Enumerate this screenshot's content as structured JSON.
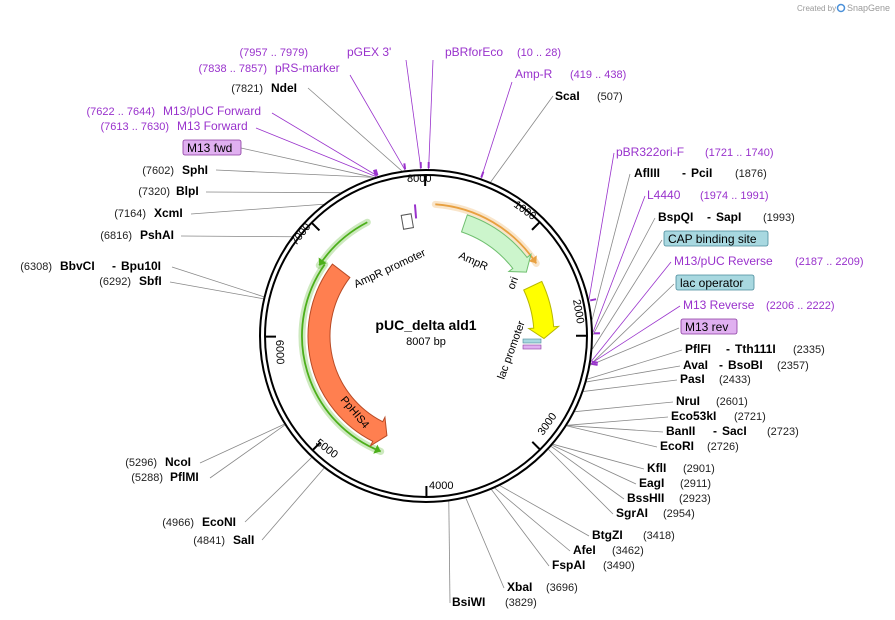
{
  "credit": {
    "created_by": "Created by",
    "brand": "SnapGene"
  },
  "plasmid": {
    "name": "pUC_delta ald1",
    "size_label": "8007 bp",
    "length": 8007
  },
  "ticks": [
    "1000",
    "2000",
    "3000",
    "4000",
    "5000",
    "6000",
    "7000",
    "8000"
  ],
  "features": [
    {
      "name": "AmpR",
      "start": 419,
      "end": 1279,
      "color": "#ccf5cc",
      "stroke": "#6fbf6f",
      "dir": 1
    },
    {
      "name": "ori",
      "start": 1441,
      "end": 2029,
      "color": "#ffff00",
      "stroke": "#b8b800",
      "dir": 1
    },
    {
      "name": "PpHIS4",
      "start": 4480,
      "end": 6840,
      "color": "#ff7f50",
      "stroke": "#b84a25",
      "dir": -1
    }
  ],
  "promoters": [
    {
      "name": "AmpR promoter",
      "start": 7570,
      "end": 7670
    },
    {
      "name": "lac promoter",
      "start": 2240,
      "end": 2270
    }
  ],
  "enzymes": [
    {
      "name": "ScaI",
      "pos": "(507)"
    },
    {
      "name": "AflIII",
      "name2": "PciI",
      "pos": "(1876)"
    },
    {
      "name": "BspQI",
      "name2": "SapI",
      "pos": "(1993)"
    },
    {
      "name": "PflFI",
      "name2": "Tth111I",
      "pos": "(2335)"
    },
    {
      "name": "AvaI",
      "name2": "BsoBI",
      "pos": "(2357)"
    },
    {
      "name": "PasI",
      "pos": "(2433)"
    },
    {
      "name": "NruI",
      "pos": "(2601)"
    },
    {
      "name": "Eco53kI",
      "pos": "(2721)"
    },
    {
      "name": "BanII",
      "name2": "SacI",
      "pos": "(2723)"
    },
    {
      "name": "EcoRI",
      "pos": "(2726)"
    },
    {
      "name": "KflI",
      "pos": "(2901)"
    },
    {
      "name": "EagI",
      "pos": "(2911)"
    },
    {
      "name": "BssHII",
      "pos": "(2923)"
    },
    {
      "name": "SgrAI",
      "pos": "(2954)"
    },
    {
      "name": "BtgZI",
      "pos": "(3418)"
    },
    {
      "name": "AfeI",
      "pos": "(3462)"
    },
    {
      "name": "FspAI",
      "pos": "(3490)"
    },
    {
      "name": "XbaI",
      "pos": "(3696)"
    },
    {
      "name": "BsiWI",
      "pos": "(3829)"
    },
    {
      "name": "SalI",
      "pos": "(4841)"
    },
    {
      "name": "EcoNI",
      "pos": "(4966)"
    },
    {
      "name": "PflMI",
      "pos": "(5288)"
    },
    {
      "name": "NcoI",
      "pos": "(5296)"
    },
    {
      "name": "SbfI",
      "pos": "(6292)"
    },
    {
      "name": "BbvCI",
      "name2": "Bpu10I",
      "pos": "(6308)"
    },
    {
      "name": "PshAI",
      "pos": "(6816)"
    },
    {
      "name": "XcmI",
      "pos": "(7164)"
    },
    {
      "name": "BlpI",
      "pos": "(7320)"
    },
    {
      "name": "SphI",
      "pos": "(7602)"
    },
    {
      "name": "NdeI",
      "pos": "(7821)"
    }
  ],
  "primers": [
    {
      "name": "pBRforEco",
      "pos": "(10 .. 28)"
    },
    {
      "name": "Amp-R",
      "pos": "(419 .. 438)"
    },
    {
      "name": "pBR322ori-F",
      "pos": "(1721 .. 1740)"
    },
    {
      "name": "L4440",
      "pos": "(1974 .. 1991)"
    },
    {
      "name": "M13/pUC Reverse",
      "pos": "(2187 .. 2209)"
    },
    {
      "name": "M13 Reverse",
      "pos": "(2206 .. 2222)"
    },
    {
      "name": "pGEX 3'",
      "pos": "(7957 .. 7979)"
    },
    {
      "name": "pRS-marker",
      "pos": "(7838 .. 7857)"
    },
    {
      "name": "M13/pUC Forward",
      "pos": "(7622 .. 7644)"
    },
    {
      "name": "M13 Forward",
      "pos": "(7613 .. 7630)"
    }
  ],
  "boxed_labels": [
    {
      "name": "CAP binding site",
      "fill": "#a8d8e0",
      "stroke": "#4a8a9a"
    },
    {
      "name": "lac operator",
      "fill": "#a8d8e0",
      "stroke": "#4a8a9a"
    },
    {
      "name": "M13 rev",
      "fill": "#e0b0f0",
      "stroke": "#8a3aa0"
    },
    {
      "name": "M13 fwd",
      "fill": "#e0b0f0",
      "stroke": "#8a3aa0"
    }
  ],
  "colors": {
    "primer": "#9932cc",
    "backbone": "#000000",
    "arc_green": "#4caf1a",
    "arc_orange": "#e8a040"
  }
}
